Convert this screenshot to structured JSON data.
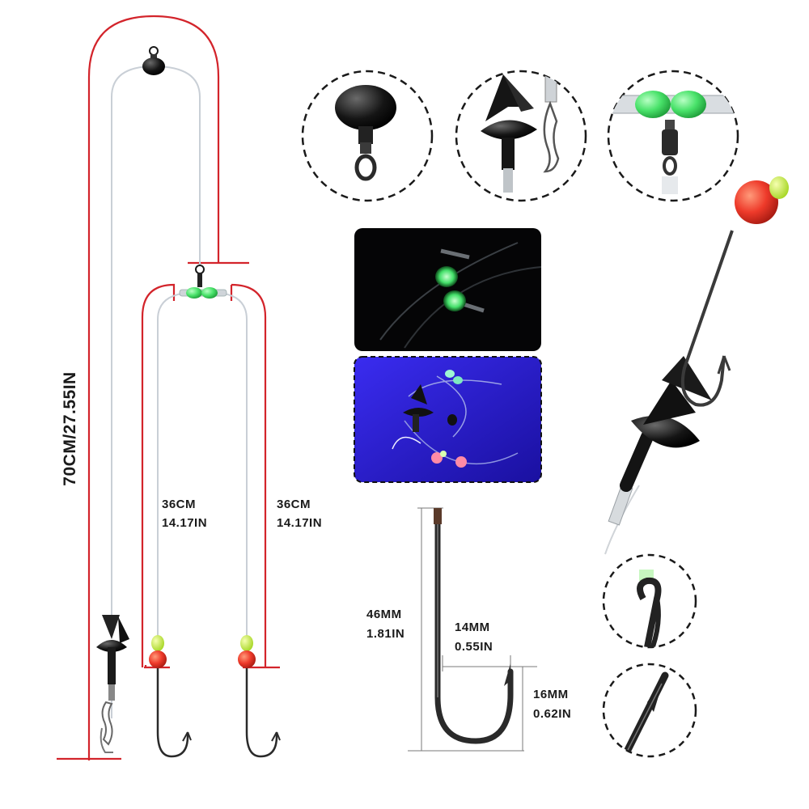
{
  "colors": {
    "measure_line": "#d3242b",
    "fishing_line": "#c9cfd6",
    "hook_metal": "#2a2a2a",
    "bead_green": "#49e26a",
    "bead_red": "#ee3a2a",
    "float_yellow": "#d8f24a",
    "dark_panel": "#050506",
    "uv_panel": "#2a1ec8",
    "dashed_circle": "#1a1a1a"
  },
  "rig_labels": {
    "main_length": "70CM/27.55IN",
    "branch_left_cm": "36CM",
    "branch_left_in": "14.17IN",
    "branch_right_cm": "36CM",
    "branch_right_in": "14.17IN"
  },
  "hook_labels": {
    "length_mm": "46MM",
    "length_in": "1.81IN",
    "gap_mm": "14MM",
    "gap_in": "0.55IN",
    "bend_mm": "16MM",
    "bend_in": "0.62IN"
  },
  "detail_icons": [
    "sinker-swivel-icon",
    "impact-shield-icon",
    "glow-bead-swivel-icon",
    "hook-eye-icon",
    "hook-point-icon"
  ]
}
